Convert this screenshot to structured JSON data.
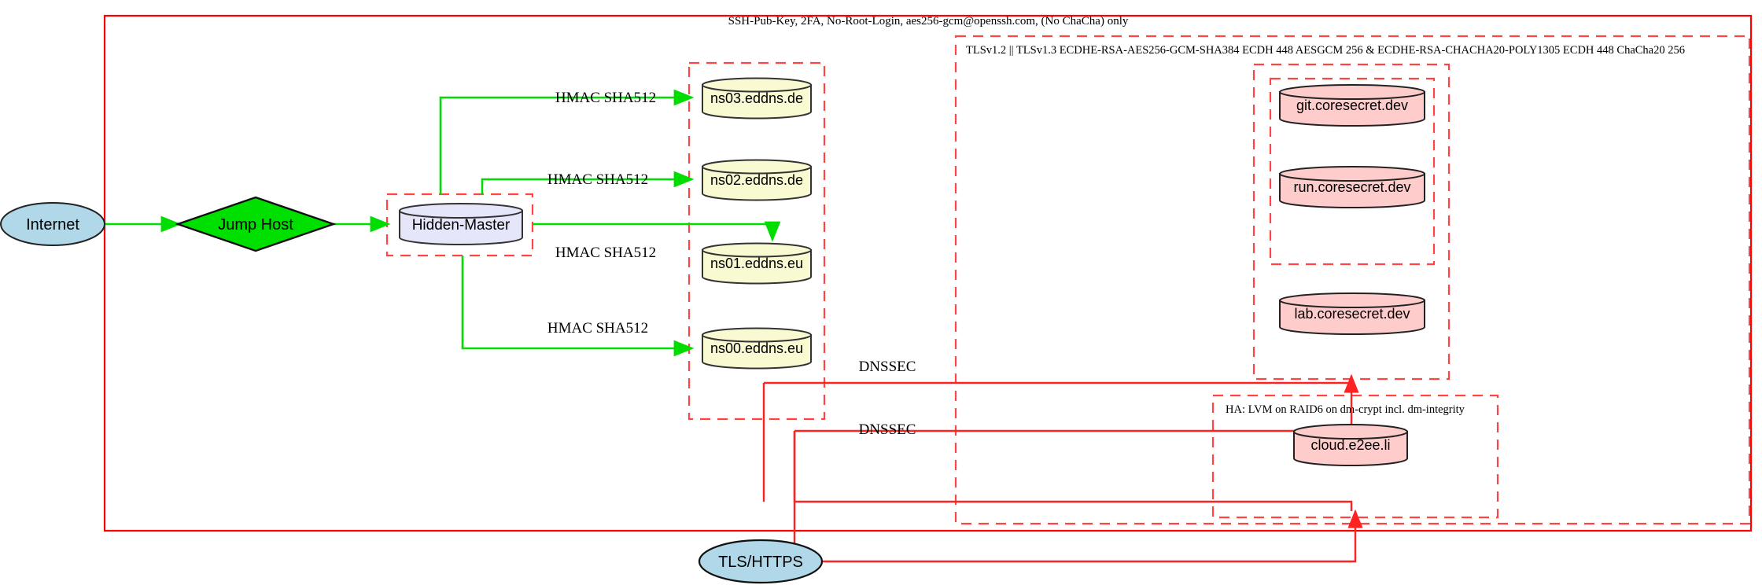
{
  "diagram": {
    "type": "network-infrastructure-diagram",
    "background": "#ffffff",
    "colors": {
      "boundary_solid": "#ff0000",
      "boundary_dashed": "#ff4444",
      "edge_green": "#00dd00",
      "edge_red": "#ff2222",
      "internet_fill": "#b0d8e8",
      "jumphost_fill": "#00e000",
      "hidden_master_fill": "#e6e6fa",
      "ns_fill": "#fafad2",
      "service_fill": "#ffcccc",
      "tls_fill": "#b0d8e8",
      "node_stroke": "#222222"
    }
  },
  "boundaries": {
    "outer_ssh": {
      "label": "SSH-Pub-Key, 2FA, No-Root-Login, aes256-gcm@openssh.com, (No ChaCha) only",
      "style": "solid"
    },
    "tls_cluster": {
      "label": "TLSv1.2 || TLSv1.3 ECDHE-RSA-AES256-GCM-SHA384 ECDH 448 AESGCM 256 & ECDHE-RSA-CHACHA20-POLY1305 ECDH 448 ChaCha20 256",
      "style": "dashed"
    },
    "ha_cluster": {
      "label": "HA: LVM on RAID6 on dm-crypt incl. dm-integrity",
      "style": "dashed"
    },
    "dns_cluster": {
      "label": "",
      "style": "dashed"
    },
    "hidden_master_cluster": {
      "label": "",
      "style": "dashed"
    },
    "services_cluster": {
      "label": "",
      "style": "dashed"
    },
    "services_inner_cluster": {
      "label": "",
      "style": "dashed"
    }
  },
  "nodes": {
    "internet": {
      "label": "Internet",
      "shape": "ellipse"
    },
    "jump_host": {
      "label": "Jump Host",
      "shape": "diamond"
    },
    "hidden_master": {
      "label": "Hidden-Master",
      "shape": "cylinder"
    },
    "ns03": {
      "label": "ns03.eddns.de",
      "shape": "cylinder"
    },
    "ns02": {
      "label": "ns02.eddns.de",
      "shape": "cylinder"
    },
    "ns01": {
      "label": "ns01.eddns.eu",
      "shape": "cylinder"
    },
    "ns00": {
      "label": "ns00.eddns.eu",
      "shape": "cylinder"
    },
    "git": {
      "label": "git.coresecret.dev",
      "shape": "cylinder"
    },
    "run": {
      "label": "run.coresecret.dev",
      "shape": "cylinder"
    },
    "lab": {
      "label": "lab.coresecret.dev",
      "shape": "cylinder"
    },
    "cloud": {
      "label": "cloud.e2ee.li",
      "shape": "cylinder"
    },
    "tls_https": {
      "label": "TLS/HTTPS",
      "shape": "ellipse"
    }
  },
  "edge_labels": {
    "hmac_ns03": "HMAC SHA512",
    "hmac_ns02": "HMAC SHA512",
    "hmac_ns01": "HMAC SHA512",
    "hmac_ns00": "HMAC SHA512",
    "dnssec_upper": "DNSSEC",
    "dnssec_lower": "DNSSEC"
  }
}
